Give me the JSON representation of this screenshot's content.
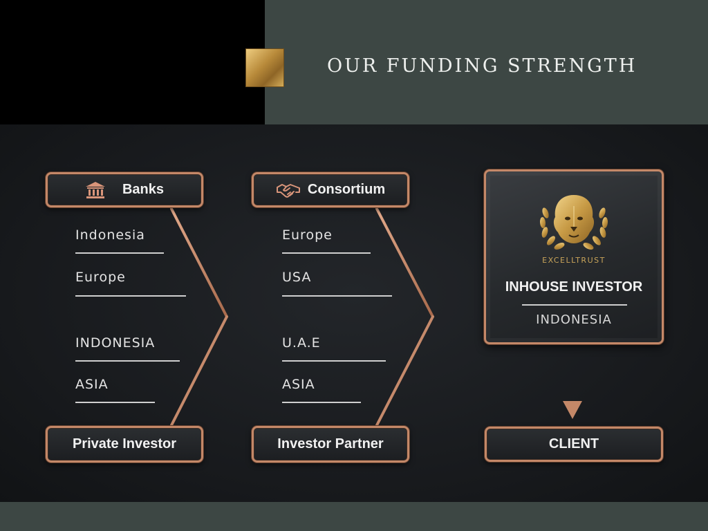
{
  "header": {
    "title": "OUR FUNDING STRENGTH"
  },
  "nodes": {
    "banks": {
      "label": "Banks",
      "icon": "bank-icon"
    },
    "consortium": {
      "label": "Consortium",
      "icon": "handshake-icon"
    },
    "private_investor": {
      "label": "Private Investor"
    },
    "investor_partner": {
      "label": "Investor Partner"
    },
    "inhouse": {
      "brand": "EXCELLTRUST",
      "title": "INHOUSE INVESTOR",
      "subtitle": "INDONESIA",
      "icon": "lion-crest-icon"
    },
    "client": {
      "label": "CLIENT"
    }
  },
  "regions": {
    "banks": [
      "Indonesia",
      "Europe"
    ],
    "consortium": [
      "Europe",
      "USA"
    ],
    "private_investor": [
      "INDONESIA",
      "ASIA"
    ],
    "investor_partner": [
      "U.A.E",
      "ASIA"
    ]
  },
  "colors": {
    "accent_copper": "#c48868",
    "gold": "#c9a45a",
    "header_band": "#3d4744",
    "background": "#1a1c1e"
  }
}
